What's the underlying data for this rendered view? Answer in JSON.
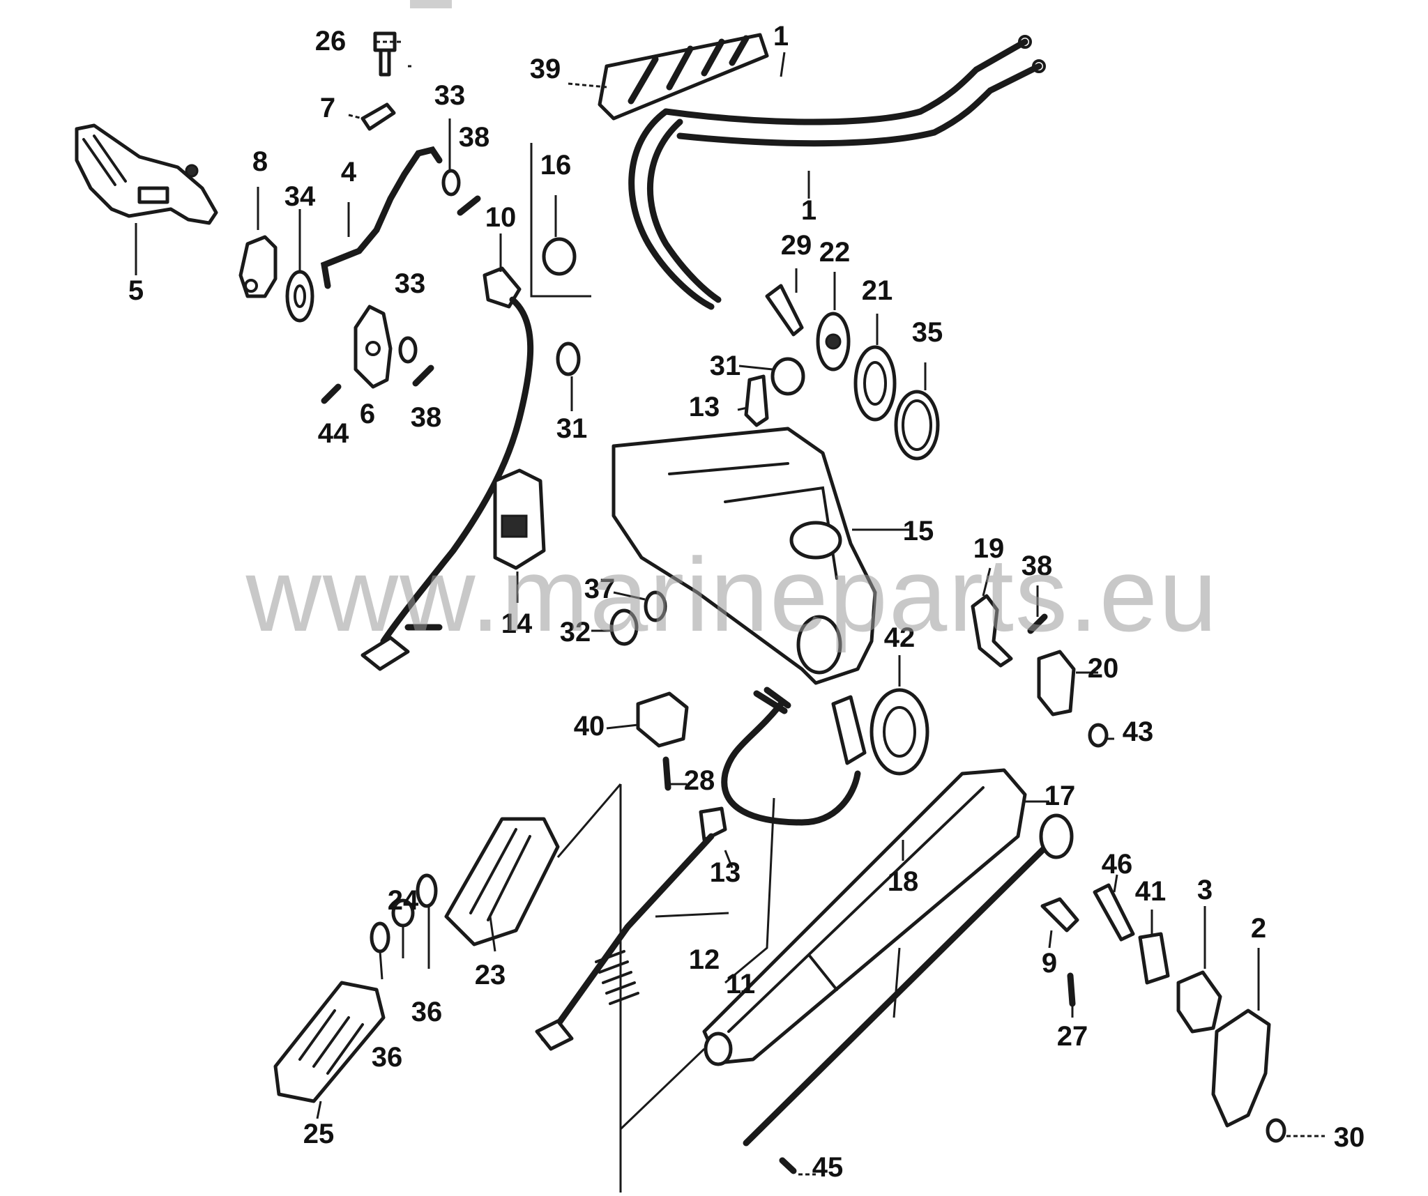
{
  "watermark": "www.marineparts.eu",
  "callouts": [
    "1",
    "1",
    "2",
    "3",
    "4",
    "5",
    "6",
    "7",
    "8",
    "9",
    "10",
    "11",
    "12",
    "13",
    "13",
    "14",
    "15",
    "16",
    "17",
    "18",
    "19",
    "20",
    "21",
    "22",
    "23",
    "24",
    "25",
    "26",
    "27",
    "28",
    "29",
    "30",
    "31",
    "31",
    "32",
    "33",
    "33",
    "34",
    "35",
    "36",
    "36",
    "37",
    "38",
    "38",
    "38",
    "39",
    "40",
    "41",
    "42",
    "43",
    "44",
    "45",
    "46"
  ],
  "colors": {
    "ink": "#1a1a1a",
    "watermark": "#9a9a9a",
    "background": "#ffffff"
  }
}
